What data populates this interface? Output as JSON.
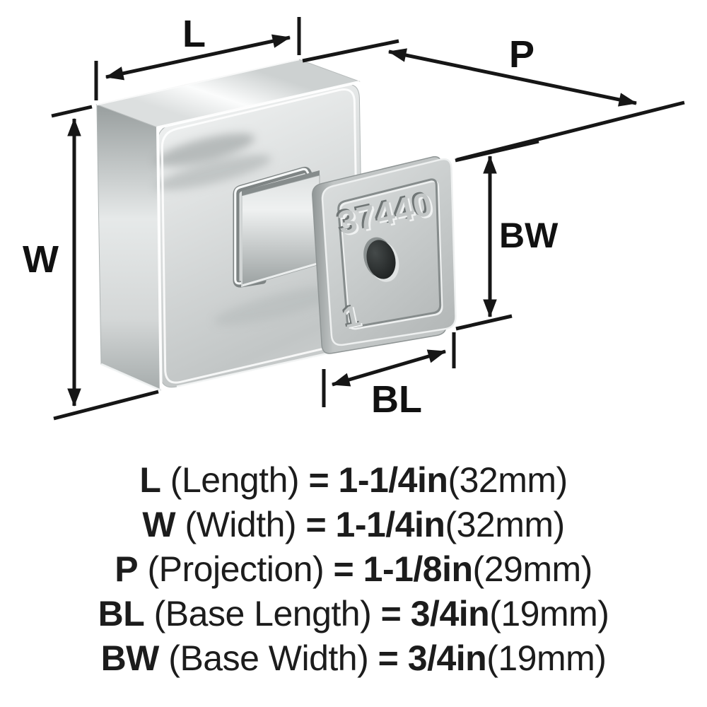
{
  "figure": {
    "kind": "product-dimension-diagram",
    "product": "square cabinet knob with base plate",
    "part_number": "37440",
    "orientation_mark": "1"
  },
  "dimension_labels": {
    "length": "L",
    "width": "W",
    "projection": "P",
    "base_width": "BW",
    "base_length": "BL"
  },
  "spec_lines": [
    {
      "abbr": "L",
      "name": "(Length)",
      "bold_value": "= 1-1/4in",
      "metric": "(32mm)"
    },
    {
      "abbr": "W",
      "name": "(Width)",
      "bold_value": "= 1-1/4in",
      "metric": "(32mm)"
    },
    {
      "abbr": "P",
      "name": "(Projection)",
      "bold_value": "= 1-1/8in",
      "metric": "(29mm)"
    },
    {
      "abbr": "BL",
      "name": "(Base Length)",
      "bold_value": "= 3/4in",
      "metric": "(19mm)"
    },
    {
      "abbr": "BW",
      "name": "(Base Width)",
      "bold_value": "= 3/4in",
      "metric": "(19mm)"
    }
  ],
  "colors": {
    "background": "#ffffff",
    "annotation": "#161616",
    "metal_light": "#f0f2f2",
    "metal_mid": "#c6caca",
    "metal_dark": "#9aa0a0",
    "hole": "#1c1f1f"
  }
}
